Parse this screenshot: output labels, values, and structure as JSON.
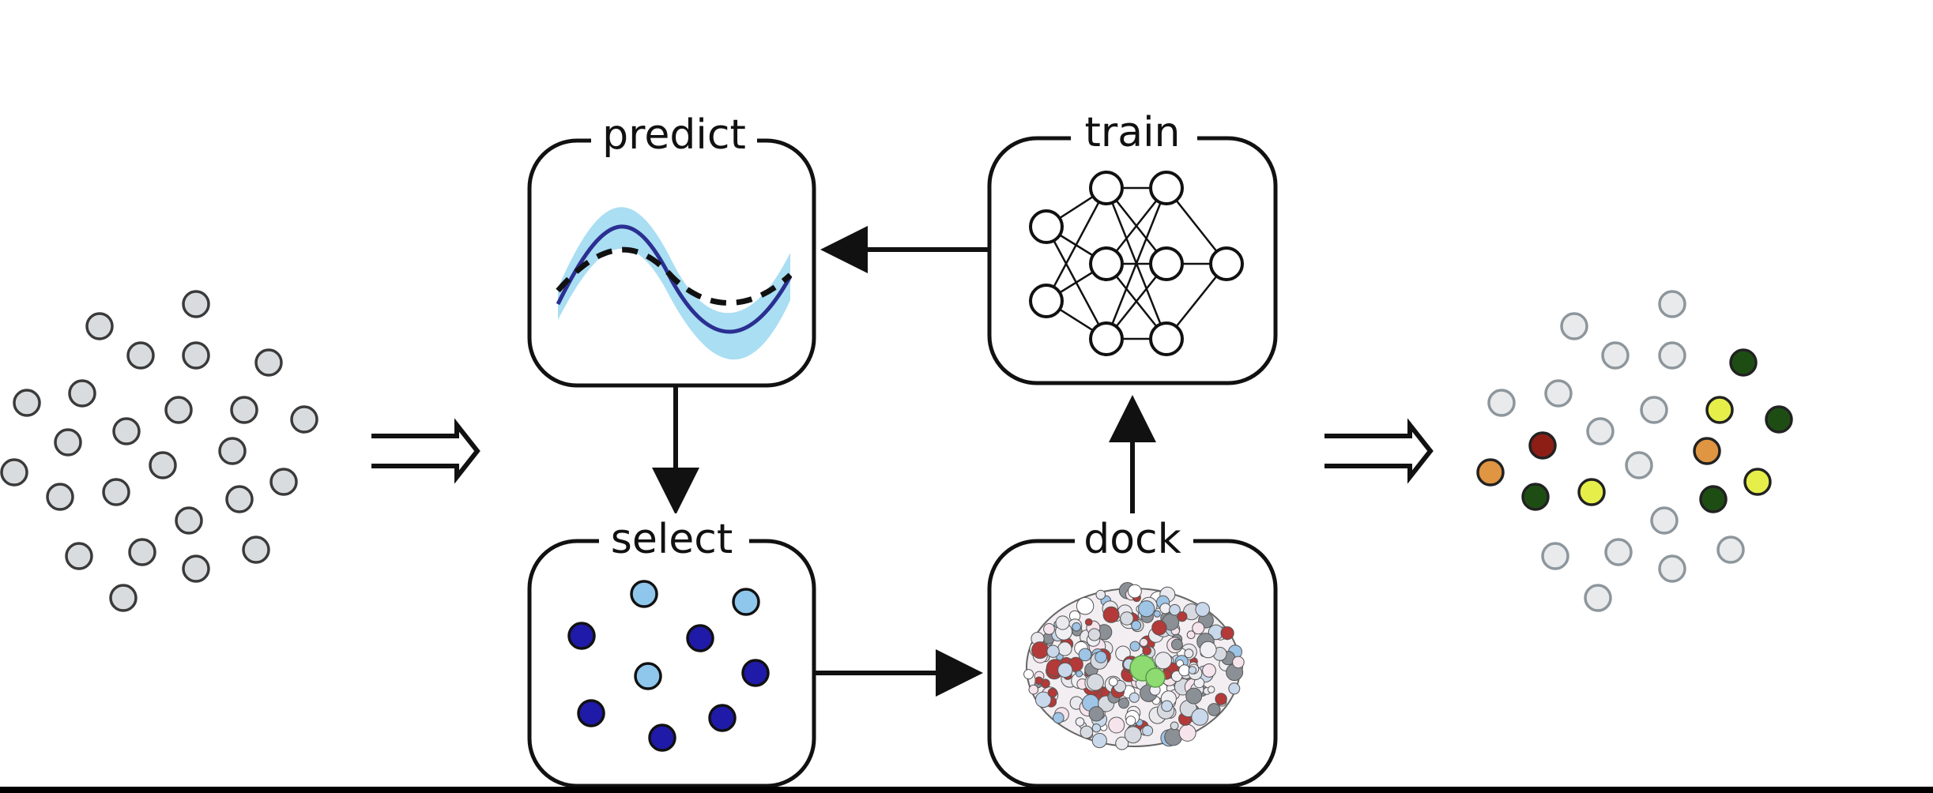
{
  "boxes": {
    "predict": {
      "label": "predict"
    },
    "train": {
      "label": "train"
    },
    "select": {
      "label": "select"
    },
    "dock": {
      "label": "dock"
    }
  },
  "colors": {
    "stroke": "#111111",
    "box_fill": "#ffffff",
    "pool_gray": "#d9dcde",
    "pool_light": "#e8eaeb",
    "pool_light_stroke": "#8d969c",
    "predict_band": "#a9def3",
    "predict_mean": "#2b2f91",
    "select_dark": "#1f1aa8",
    "select_light": "#8ec6ec",
    "dock_green": "#8edb72",
    "result_dark_green": "#1e4d14",
    "result_yellow": "#e6ef4a",
    "result_orange": "#df9542",
    "result_red": "#8d1e16"
  },
  "icons": {
    "predict": "gaussian-process-icon",
    "train": "neural-network-icon",
    "select": "selected-molecules-icon",
    "dock": "protein-surface-icon"
  }
}
